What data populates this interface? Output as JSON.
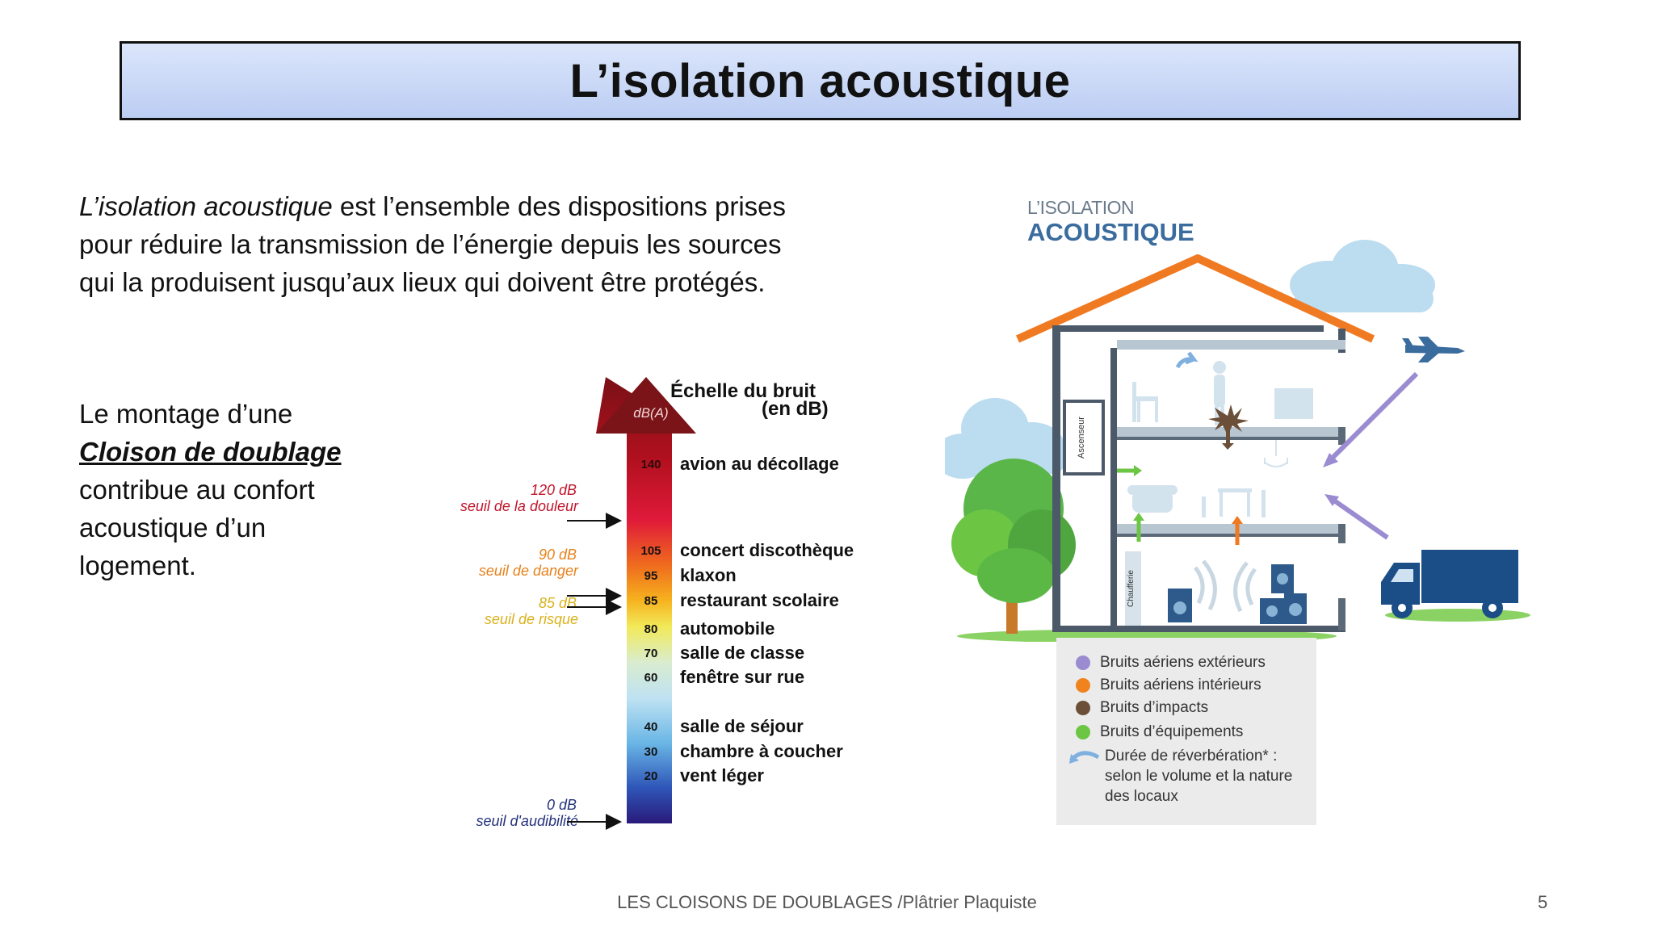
{
  "title": "L’isolation acoustique",
  "intro": {
    "emphasis": "L’isolation acoustique",
    "line1_rest": " est l’ensemble des dispositions prises",
    "line2": "pour réduire la transmission de l’énergie depuis les sources",
    "line3": "qui la produisent jusqu’aux lieux qui doivent être protégés."
  },
  "side": {
    "line1": "Le montage d’une",
    "strong": "Cloison de doublage",
    "line3": "contribue au confort",
    "line4": "acoustique d’un",
    "line5": "logement."
  },
  "scale": {
    "title1": "Échelle du bruit",
    "title2": "(en dB)",
    "unit": "dB(A)",
    "levels": [
      {
        "value": "140",
        "label": "avion au décollage"
      },
      {
        "value": "105",
        "label": "concert discothèque"
      },
      {
        "value": "95",
        "label": "klaxon"
      },
      {
        "value": "85",
        "label": "restaurant scolaire"
      },
      {
        "value": "80",
        "label": "automobile"
      },
      {
        "value": "70",
        "label": "salle de classe"
      },
      {
        "value": "60",
        "label": "fenêtre sur rue"
      },
      {
        "value": "40",
        "label": "salle de séjour"
      },
      {
        "value": "30",
        "label": "chambre à coucher"
      },
      {
        "value": "20",
        "label": "vent léger"
      }
    ],
    "thresholds": [
      {
        "db": "120 dB",
        "label": "seuil de la douleur",
        "color": "#c0142a"
      },
      {
        "db": "90 dB",
        "label": "seuil de danger",
        "color": "#e8811a"
      },
      {
        "db": "85 dB",
        "label": "seuil de risque",
        "color": "#d8b21c"
      },
      {
        "db": "0 dB",
        "label": "seuil d'audibilité",
        "color": "#23317c"
      }
    ]
  },
  "illustration": {
    "heading1": "L’ISOLATION",
    "heading2": "ACOUSTIQUE",
    "elevator_label": "Ascenseur",
    "boiler_label": "Chaufferie",
    "legend": [
      {
        "color": "#9b8bd0",
        "label": "Bruits aériens extérieurs"
      },
      {
        "color": "#f0831e",
        "label": "Bruits aériens intérieurs"
      },
      {
        "color": "#6b4f38",
        "label": "Bruits d’impacts"
      },
      {
        "color": "#6cc644",
        "label": "Bruits d’équipements"
      }
    ],
    "reverb": {
      "color": "#7fb0e0",
      "line1": "Durée de réverbération* :",
      "line2": "selon le volume et la nature",
      "line3": "des locaux"
    }
  },
  "footer": "LES CLOISONS DE DOUBLAGES /Plâtrier Plaquiste",
  "page_number": "5"
}
